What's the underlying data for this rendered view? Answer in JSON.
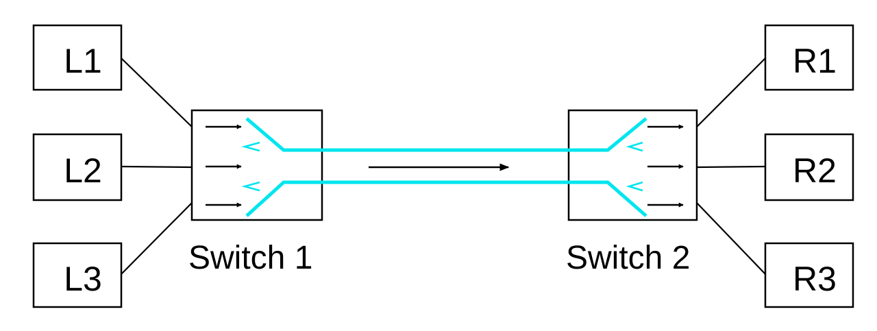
{
  "left_nodes": [
    "L1",
    "L2",
    "L3"
  ],
  "right_nodes": [
    "R1",
    "R2",
    "R3"
  ],
  "switches": [
    "Switch 1",
    "Switch 2"
  ],
  "colors": {
    "tunnel": "#00e5ee",
    "line": "#000000",
    "background": "#ffffff"
  }
}
